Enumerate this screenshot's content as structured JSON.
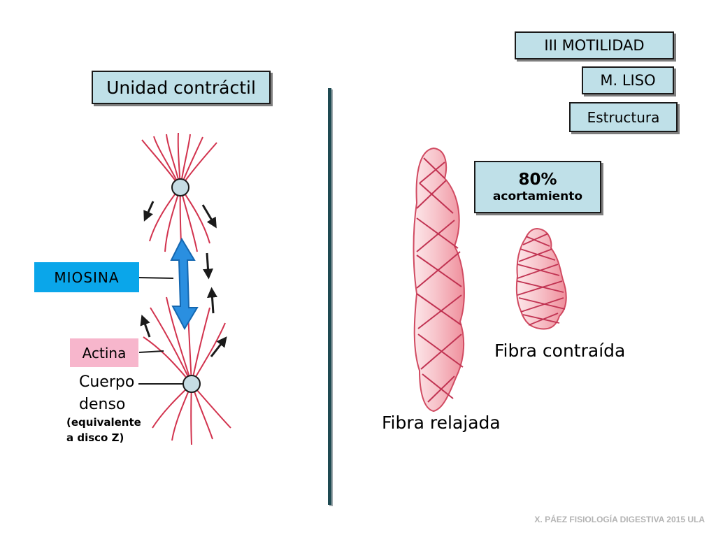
{
  "header": {
    "section": "III MOTILIDAD",
    "subsection": "M. LISO",
    "topic": "Estructura"
  },
  "left_panel": {
    "title": "Unidad contráctil",
    "labels": {
      "myosin": "MIOSINA",
      "actin": "Actina",
      "dense_body_line1": "Cuerpo",
      "dense_body_line2": "denso",
      "equivalent_line1": "(equivalente",
      "equivalent_line2": "a disco Z)"
    }
  },
  "right_panel": {
    "shortening_value": "80%",
    "shortening_label": "acortamiento",
    "relaxed_label": "Fibra relajada",
    "contracted_label": "Fibra contraída"
  },
  "footer": "X. PÁEZ   FISIOLOGÍA DIGESTIVA 2015   ULA",
  "colors": {
    "box_fill": "#bfe0e8",
    "myosin_fill": "#0aa6ea",
    "actin_fill": "#f7b6cc",
    "filament": "#d2334e",
    "fiber_fill": "#f5b8c0",
    "arrow": "#2a8fe0",
    "divider": "#1e4a52"
  }
}
